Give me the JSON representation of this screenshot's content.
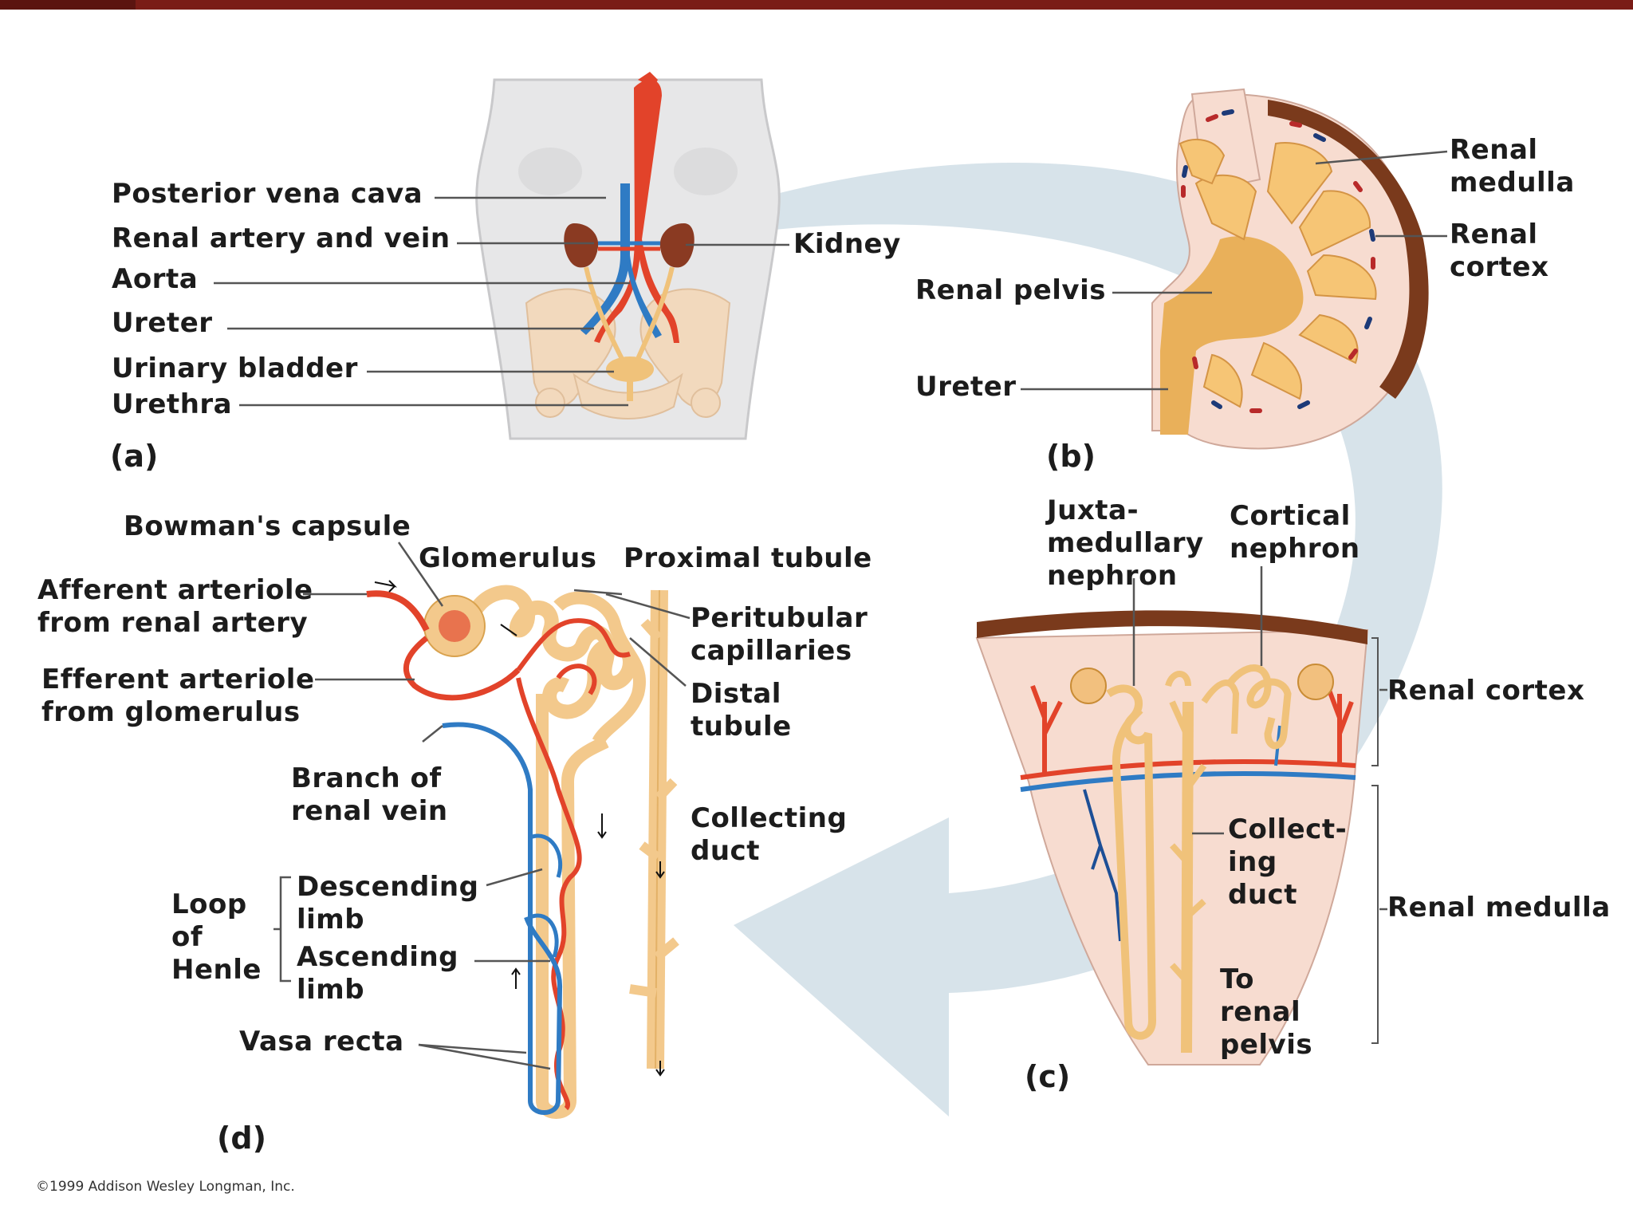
{
  "panel_a": {
    "tag": "(a)",
    "labels": {
      "posterior_vena_cava": "Posterior vena cava",
      "renal_artery_vein": "Renal artery and vein",
      "aorta": "Aorta",
      "ureter": "Ureter",
      "urinary_bladder": "Urinary bladder",
      "urethra": "Urethra",
      "kidney": "Kidney"
    }
  },
  "panel_b": {
    "tag": "(b)",
    "labels": {
      "renal_medulla_1": "Renal",
      "renal_medulla_2": "medulla",
      "renal_cortex_1": "Renal",
      "renal_cortex_2": "cortex",
      "renal_pelvis": "Renal pelvis",
      "ureter": "Ureter"
    }
  },
  "panel_c": {
    "tag": "(c)",
    "labels": {
      "juxta_1": "Juxta-",
      "juxta_2": "medullary",
      "juxta_3": "nephron",
      "cortical_1": "Cortical",
      "cortical_2": "nephron",
      "renal_cortex": "Renal cortex",
      "renal_medulla": "Renal medulla",
      "collecting_1": "Collect-",
      "collecting_2": "ing",
      "collecting_3": "duct",
      "to_pelvis_1": "To",
      "to_pelvis_2": "renal",
      "to_pelvis_3": "pelvis"
    }
  },
  "panel_d": {
    "tag": "(d)",
    "labels": {
      "bowmans_capsule": "Bowman's capsule",
      "glomerulus": "Glomerulus",
      "proximal_tubule": "Proximal tubule",
      "afferent_1": "Afferent arteriole",
      "afferent_2": "from renal artery",
      "peritubular_1": "Peritubular",
      "peritubular_2": "capillaries",
      "efferent_1": "Efferent arteriole",
      "efferent_2": "from glomerulus",
      "distal_1": "Distal",
      "distal_2": "tubule",
      "branch_1": "Branch of",
      "branch_2": "renal vein",
      "collecting_1": "Collecting",
      "collecting_2": "duct",
      "loop_1": "Loop",
      "loop_2": "of",
      "loop_3": "Henle",
      "descending_1": "Descending",
      "descending_2": "limb",
      "ascending_1": "Ascending",
      "ascending_2": "limb",
      "vasa_recta": "Vasa recta"
    }
  },
  "copyright": "©1999 Addison Wesley Longman, Inc.",
  "colors": {
    "artery": "#e2432a",
    "vein": "#2f7bc4",
    "tubule": "#f5c77e",
    "tubule_stroke": "#c98c36",
    "cortex": "#f6d6cc",
    "capsule_brown": "#7a3a1c",
    "flow_arrow": "#d6e3ea",
    "top_bar": "#7a1c16"
  }
}
